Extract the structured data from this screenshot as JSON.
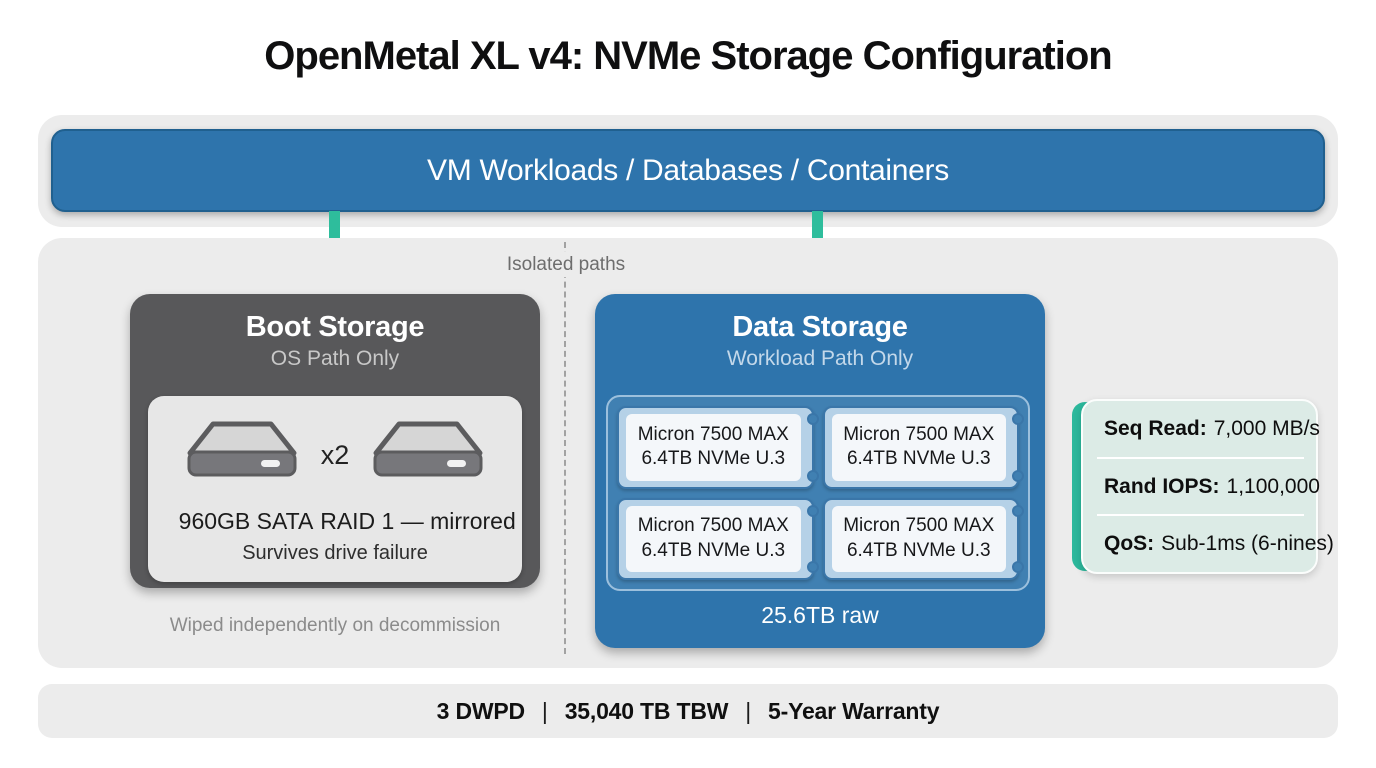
{
  "title": "OpenMetal XL v4: NVMe Storage Configuration",
  "banner": {
    "label": "VM Workloads / Databases / Containers"
  },
  "isolated_paths_label": "Isolated paths",
  "boot": {
    "title": "Boot Storage",
    "subtitle": "OS Path Only",
    "multiplier": "x2",
    "drive_left_label": "960GB SATA",
    "drive_right_label": "RAID 1 — mirrored",
    "note": "Survives drive failure",
    "footnote": "Wiped independently on decommission"
  },
  "data_storage": {
    "title": "Data Storage",
    "subtitle": "Workload Path Only",
    "drives": [
      {
        "line1": "Micron 7500 MAX",
        "line2": "6.4TB NVMe U.3"
      },
      {
        "line1": "Micron 7500 MAX",
        "line2": "6.4TB NVMe U.3"
      },
      {
        "line1": "Micron 7500 MAX",
        "line2": "6.4TB NVMe U.3"
      },
      {
        "line1": "Micron 7500 MAX",
        "line2": "6.4TB NVMe U.3"
      }
    ],
    "capacity": "25.6TB raw"
  },
  "stats": {
    "rows": [
      {
        "label": "Seq Read:",
        "value": "7,000 MB/s"
      },
      {
        "label": "Rand IOPS:",
        "value": "1,100,000"
      },
      {
        "label": "QoS:",
        "value": "Sub-1ms (6-nines)"
      }
    ]
  },
  "footer": {
    "items": [
      "3 DWPD",
      "35,040 TB TBW",
      "5-Year Warranty"
    ],
    "separator": "|"
  },
  "icons": {
    "arrow": "arrow-down-icon",
    "drive": "drive-icon"
  },
  "colors": {
    "banner_blue": "#2e74ac",
    "boot_gray": "#58585a",
    "arrow_teal": "#2ebd9c",
    "container_gray": "#ececec",
    "card_light_blue": "#b5d1e7",
    "stats_mint": "#dcebe6",
    "stats_accent_teal": "#2cb89c"
  }
}
